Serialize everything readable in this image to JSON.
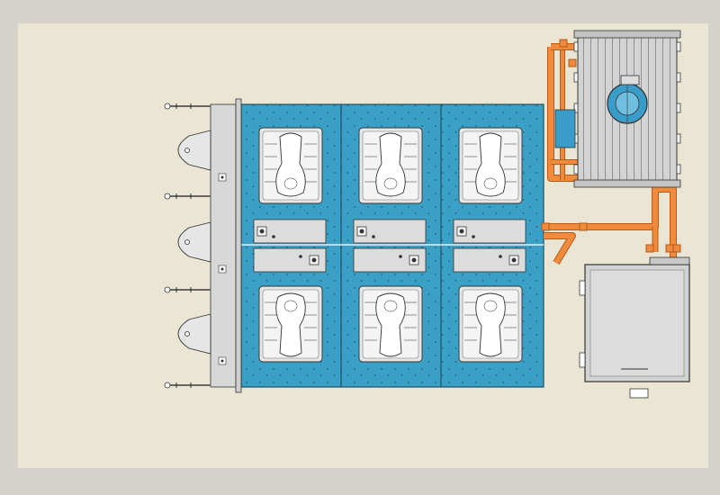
{
  "colors": {
    "frame": "#d6d2cc",
    "canvas": "#ebe6d3",
    "floor": "#3aa0c6",
    "floor_rivet": "#1f5f7a",
    "fixture": "#d9d9d9",
    "panel": "#dcdcdc",
    "pipe": "#f08a3c",
    "pipe_edge": "#b55a17",
    "equipment": "#d3d3d3",
    "pump": "#3a9cc8",
    "line": "#333333"
  },
  "icons": {
    "squat_toilet": "squat-toilet-icon",
    "urinal": "urinal-icon",
    "control_panel": "control-panel-icon",
    "tank": "tank-icon",
    "pump": "pump-icon",
    "cabinet": "cabinet-icon"
  },
  "layout": {
    "stall_columns": 3,
    "stall_rows": 2,
    "urinals": 3
  }
}
